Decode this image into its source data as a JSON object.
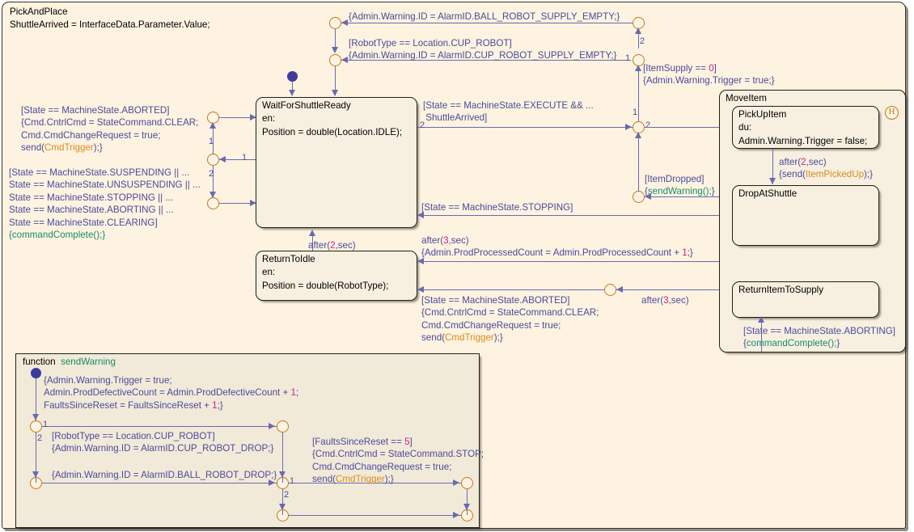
{
  "chart": {
    "name": "PickAndPlace",
    "entry_action": "ShuttleArrived = InterfaceData.Parameter.Value;"
  },
  "states": {
    "wait_for_shuttle_ready": {
      "name": "WaitForShuttleReady",
      "body_line1": "en:",
      "body_line2": "Position = double(Location.IDLE);"
    },
    "return_to_idle": {
      "name": "ReturnToIdle",
      "body_line1": "en:",
      "body_line2": "Position = double(RobotType);"
    },
    "move_item": {
      "name": "MoveItem"
    },
    "pick_up_item": {
      "name": "PickUpItem",
      "body_line1": "du:",
      "body_line2": "Admin.Warning.Trigger = false;"
    },
    "drop_at_shuttle": {
      "name": "DropAtShuttle"
    },
    "return_item_to_supply": {
      "name": "ReturnItemToSupply"
    }
  },
  "history_junction": "H",
  "transitions": {
    "aborted_left": {
      "l1": "[State == MachineState.ABORTED]",
      "l2": "{Cmd.CntrlCmd = StateCommand.CLEAR;",
      "l3": "Cmd.CmdChangeRequest = true;",
      "l4_pre": "send(",
      "l4_ev": "CmdTrigger",
      "l4_post": ");}"
    },
    "suspending_left": {
      "l1": "[State == MachineState.SUSPENDING || ...",
      "l2": "State == MachineState.UNSUSPENDING || ...",
      "l3": "State == MachineState.STOPPING || ...",
      "l4": "State == MachineState.ABORTING || ...",
      "l5": "State == MachineState.CLEARING]",
      "l6": "{commandComplete();}"
    },
    "ball_supply_empty": "{Admin.Warning.ID = AlarmID.BALL_ROBOT_SUPPLY_EMPTY;}",
    "cup_robot_cond": "[RobotType == Location.CUP_ROBOT]",
    "cup_supply_empty": "{Admin.Warning.ID = AlarmID.CUP_ROBOT_SUPPLY_EMPTY;}",
    "item_supply_zero": {
      "l1_pre": "[ItemSupply == ",
      "l1_num": "0",
      "l1_post": "]",
      "l2": "{Admin.Warning.Trigger = true;}"
    },
    "execute_shuttle_arrived": {
      "l1": "[State == MachineState.EXECUTE && ...",
      "l2": " ShuttleArrived]"
    },
    "item_dropped": {
      "l1": "[ItemDropped]",
      "l2_pre": "{",
      "l2_fn": "sendWarning();",
      "l2_post": "}"
    },
    "stopping": "[State == MachineState.STOPPING]",
    "after_2_sec_left": {
      "pre": "after(",
      "num": "2",
      "post": ",sec)"
    },
    "after_3_prodcount": {
      "l1_pre": "after(",
      "l1_num": "3",
      "l1_post": ",sec)",
      "l2_pre": "{Admin.ProdProcessedCount = Admin.ProdProcessedCount + ",
      "l2_num": "1",
      "l2_post": ";}"
    },
    "aborted_mid": {
      "l1": "[State == MachineState.ABORTED]",
      "l2": "{Cmd.CntrlCmd = StateCommand.CLEAR;",
      "l3": "Cmd.CmdChangeRequest = true;",
      "l4_pre": "send(",
      "l4_ev": "CmdTrigger",
      "l4_post": ");}"
    },
    "after_3_sec_mid": {
      "pre": "after(",
      "num": "3",
      "post": ",sec)"
    },
    "after_3_sec_right": {
      "pre": "after(",
      "num": "3",
      "post": ",sec)"
    },
    "after_2_picked_up": {
      "l1_pre": "after(",
      "l1_num": "2",
      "l1_post": ",sec)",
      "l2_pre": "{send(",
      "l2_ev": "ItemPickedUp",
      "l2_post": ");}"
    },
    "aborting_inner": {
      "l1": "[State == MachineState.ABORTING]",
      "l2_pre": "{",
      "l2_fn": "commandComplete();",
      "l2_post": "}"
    }
  },
  "function_box": {
    "keyword": "function",
    "name": "sendWarning",
    "entry": {
      "l1": "{Admin.Warning.Trigger = true;",
      "l2_pre": "Admin.ProdDefectiveCount = Admin.ProdDefectiveCount + ",
      "l2_num": "1",
      "l2_post": ";",
      "l3_pre": "FaultsSinceReset = FaultsSinceReset + ",
      "l3_num": "1",
      "l3_post": ";}"
    },
    "cup_branch": {
      "l1": "[RobotType == Location.CUP_ROBOT]",
      "l2": "{Admin.Warning.ID = AlarmID.CUP_ROBOT_DROP;}"
    },
    "ball_branch": "{Admin.Warning.ID = AlarmID.BALL_ROBOT_DROP;}",
    "faults_branch": {
      "l1_pre": "[FaultsSinceReset == ",
      "l1_num": "5",
      "l1_post": "]",
      "l2": "{Cmd.CntrlCmd = StateCommand.STOP;",
      "l3": "Cmd.CmdChangeRequest = true;",
      "l4_pre": "send(",
      "l4_ev": "CmdTrigger",
      "l4_post": ");}"
    }
  },
  "order_labels": {
    "o1": "1",
    "o2": "2"
  },
  "colors": {
    "canvas": "#fdf3e0",
    "state_fill": "#f7f0e0",
    "transition": "#4a4a9c",
    "junction": "#c07a22",
    "default_dot": "#3b3b9e",
    "literal": "#cc1f8a",
    "event": "#d98b1f",
    "function": "#1a8a6a"
  }
}
